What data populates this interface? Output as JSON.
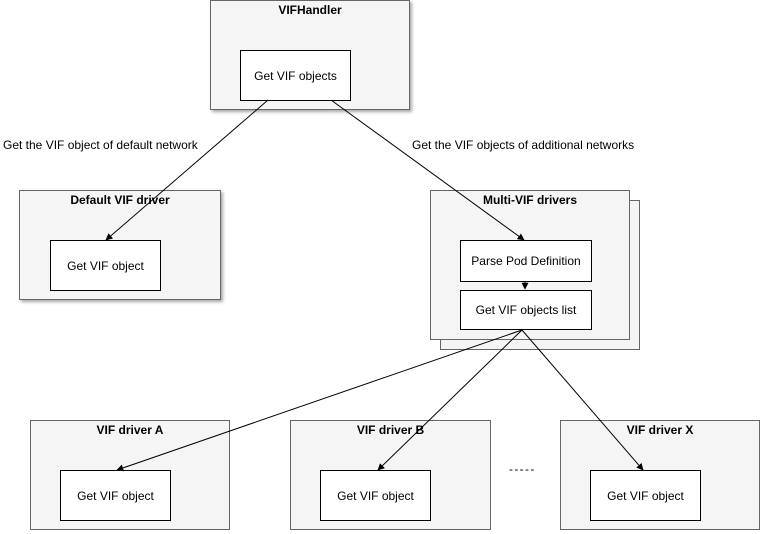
{
  "vifhandler": {
    "title": "VIFHandler",
    "box": "Get VIF objects"
  },
  "default_driver": {
    "title": "Default VIF driver",
    "box": "Get VIF object"
  },
  "multi_driver": {
    "title": "Multi-VIF drivers",
    "parse": "Parse Pod Definition",
    "list": "Get VIF objects list"
  },
  "edge_labels": {
    "default": "Get the VIF object of default network",
    "additional": "Get the VIF objects of additional networks"
  },
  "drivers": [
    {
      "title": "VIF driver A",
      "box": "Get VIF object"
    },
    {
      "title": "VIF driver B",
      "box": "Get VIF object"
    },
    {
      "title": "VIF driver X",
      "box": "Get VIF object"
    }
  ],
  "ellipsis": "- - - - -"
}
